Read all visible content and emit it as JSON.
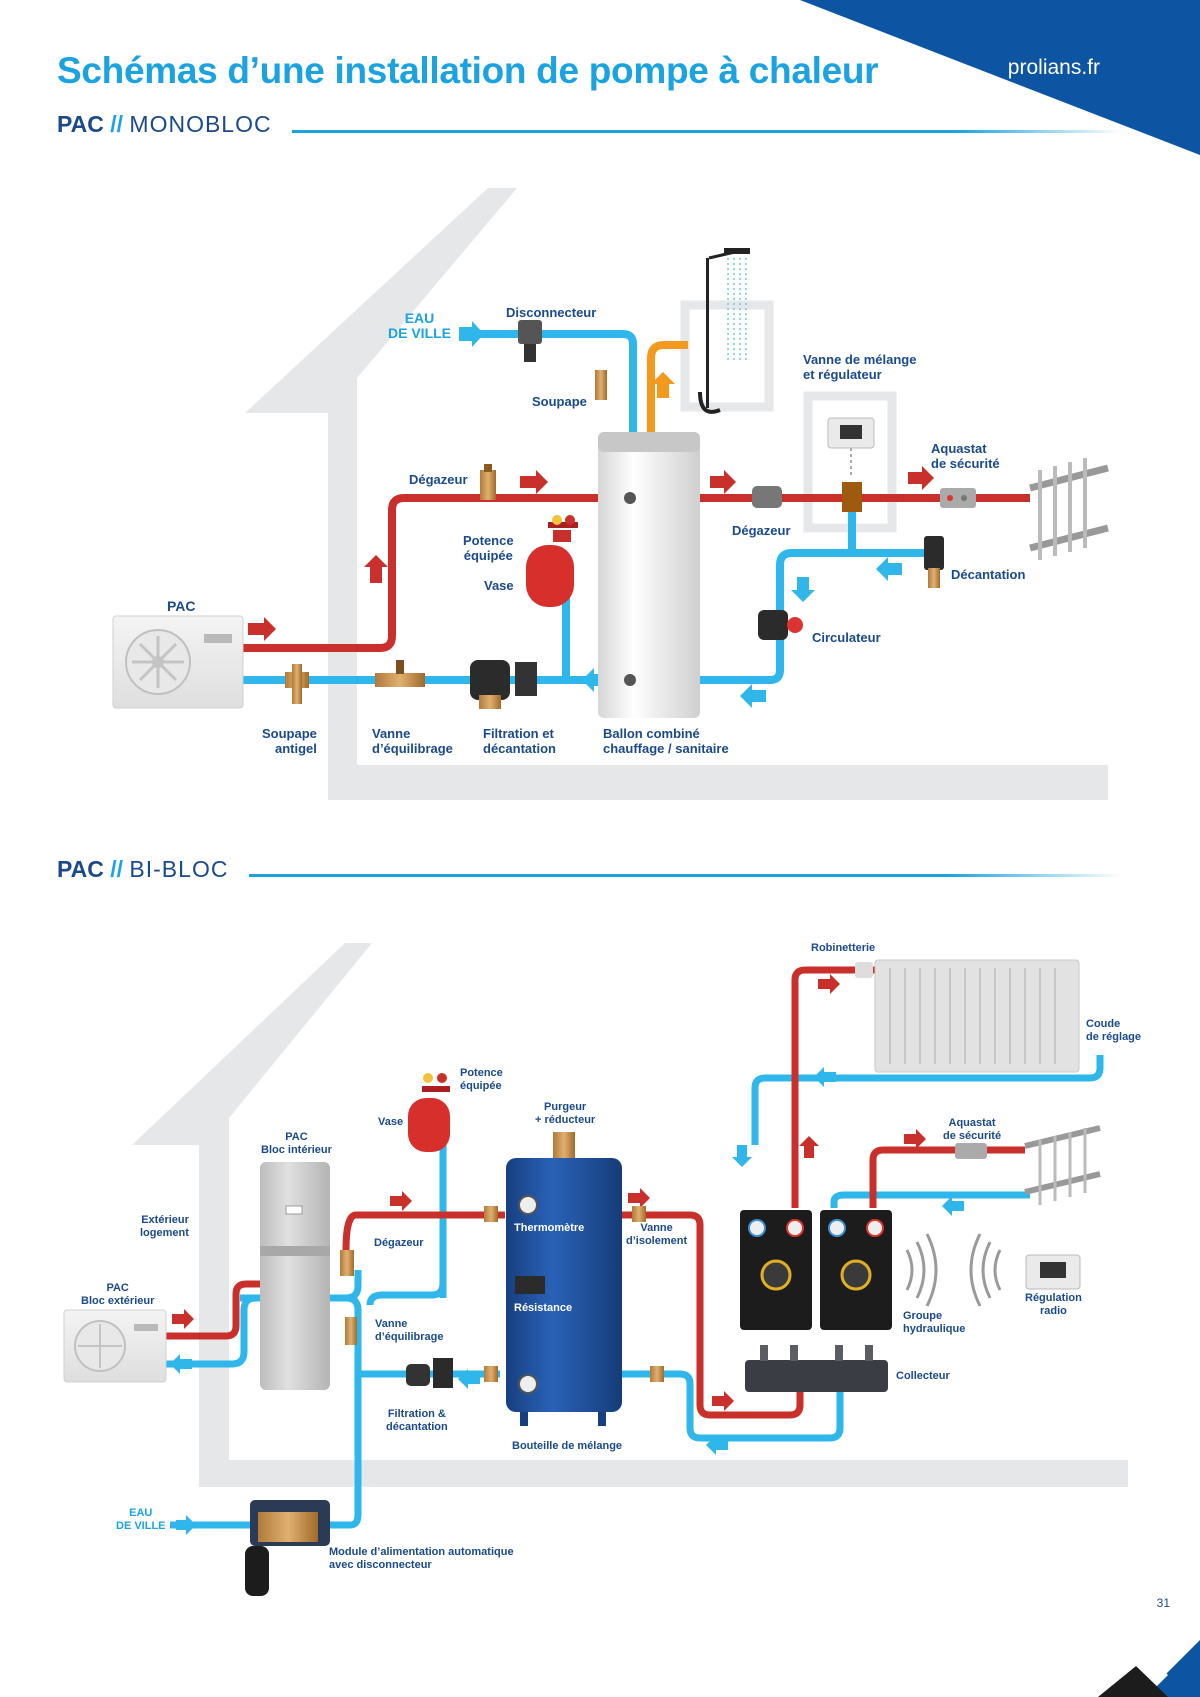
{
  "header": {
    "title": "Schémas d’une installation de pompe à chaleur",
    "site": "prolians.fr"
  },
  "monobloc": {
    "heading_main": "PAC",
    "heading_sep": "//",
    "heading_sub": "MONOBLOC",
    "labels": {
      "eau_ville_1": "EAU",
      "eau_ville_2": "DE VILLE",
      "disconnecteur": "Disconnecteur",
      "soupape": "Soupape",
      "degazeur_left": "Dégazeur",
      "potence_1": "Potence",
      "potence_2": "équipée",
      "vase": "Vase",
      "pac": "PAC",
      "soupape_antigel_1": "Soupape",
      "soupape_antigel_2": "antigel",
      "vanne_equilibrage_1": "Vanne",
      "vanne_equilibrage_2": "d’équilibrage",
      "filtration_1": "Filtration et",
      "filtration_2": "décantation",
      "ballon_1": "Ballon combiné",
      "ballon_2": "chauffage / sanitaire",
      "vanne_melange_1": "Vanne de mélange",
      "vanne_melange_2": "et régulateur",
      "aquastat_1": "Aquastat",
      "aquastat_2": "de sécurité",
      "degazeur_right": "Dégazeur",
      "decantation": "Décantation",
      "circulateur": "Circulateur"
    }
  },
  "bibloc": {
    "heading_main": "PAC",
    "heading_sep": "//",
    "heading_sub": "BI-BLOC",
    "labels": {
      "robinetterie": "Robinetterie",
      "coude_1": "Coude",
      "coude_2": "de réglage",
      "potence_1": "Potence",
      "potence_2": "équipée",
      "purgeur_1": "Purgeur",
      "purgeur_2": "+ réducteur",
      "vase": "Vase",
      "pac_int_1": "PAC",
      "pac_int_2": "Bloc intérieur",
      "aquastat_1": "Aquastat",
      "aquastat_2": "de sécurité",
      "exterieur_1": "Extérieur",
      "exterieur_2": "logement",
      "degazeur": "Dégazeur",
      "thermometre": "Thermomètre",
      "vanne_isolement_1": "Vanne",
      "vanne_isolement_2": "d’isolement",
      "pac_ext_1": "PAC",
      "pac_ext_2": "Bloc extérieur",
      "resistance": "Résistance",
      "vanne_equilibrage_1": "Vanne",
      "vanne_equilibrage_2": "d’équilibrage",
      "groupe_1": "Groupe",
      "groupe_2": "hydraulique",
      "regulation_1": "Régulation",
      "regulation_2": "radio",
      "collecteur": "Collecteur",
      "filtration_1": "Filtration &",
      "filtration_2": "décantation",
      "bouteille": "Bouteille de mélange",
      "eau_ville_1": "EAU",
      "eau_ville_2": "DE VILLE",
      "module_1": "Module d’alimentation automatique",
      "module_2": "avec disconnecteur"
    }
  },
  "page_number": "31",
  "colors": {
    "primary_blue": "#1aa3e0",
    "dark_blue": "#1a4a8a",
    "corner_blue": "#0d54a3",
    "hot_pipe": "#c9302c",
    "cold_pipe": "#2fb6ea",
    "dhw_pipe": "#f39a1e",
    "house_grey": "#e6e7e8"
  }
}
